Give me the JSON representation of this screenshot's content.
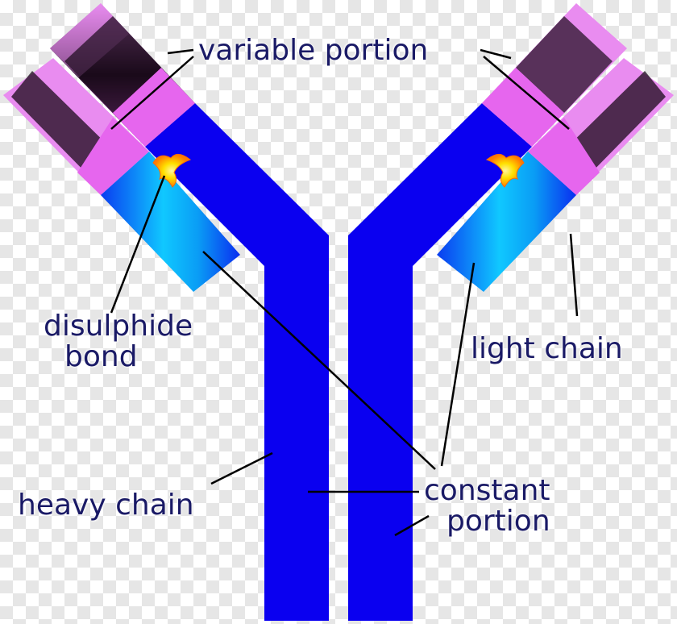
{
  "labels": {
    "variable_portion": "variable portion",
    "disulphide_line1": "disulphide",
    "disulphide_line2": "bond",
    "light_chain": "light chain",
    "heavy_chain": "heavy chain",
    "constant_line1": "constant",
    "constant_line2": "portion"
  },
  "colors": {
    "heavy_chain": "#0a00f0",
    "variable_region": "#e666ee",
    "variable_dark": "#1a0a1a",
    "light_constant": "#0aa6f5",
    "light_constant_highlight": "#18d8ff",
    "bond_outer": "#ff8a00",
    "bond_inner": "#ffe800",
    "label_text": "#1a1a66",
    "leader_line": "#000000"
  }
}
